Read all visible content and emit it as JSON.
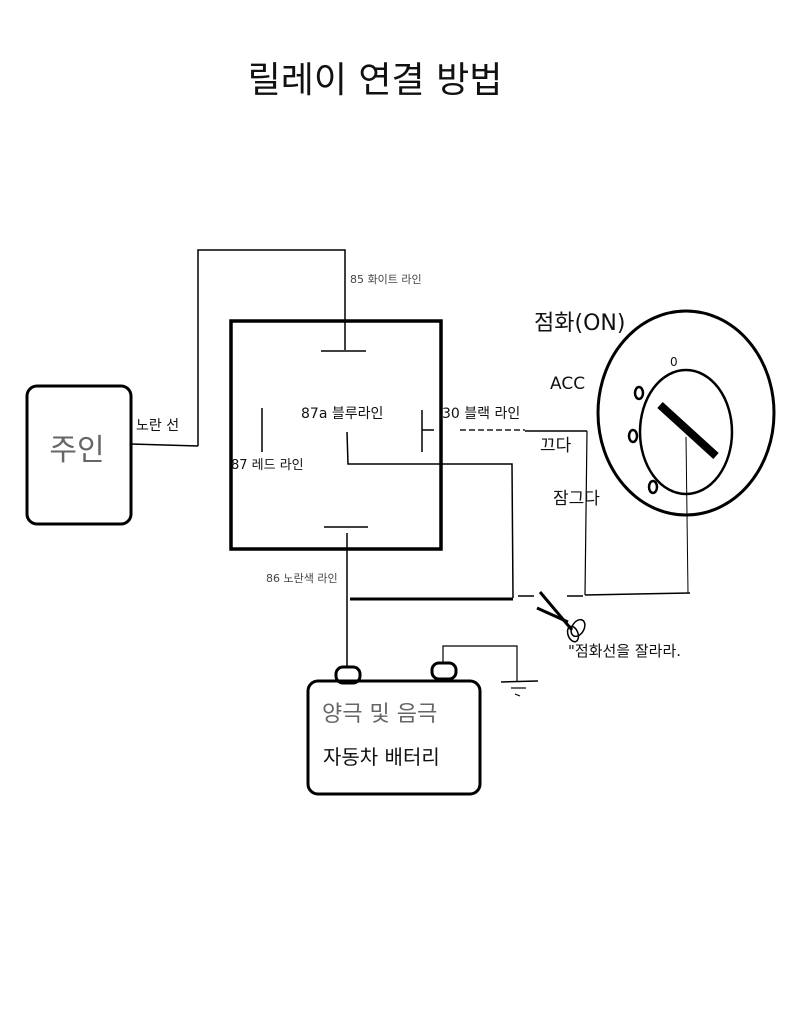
{
  "title": "릴레이 연결 방법",
  "labels": {
    "pin85": "85 화이트 라인",
    "pin87a": "87a 블루라인",
    "pin30": "30 블랙 라인",
    "pin87": "87 레드 라인",
    "pin86": "86 노란색 라인",
    "yellow_wire": "노란 선",
    "owner": "주인",
    "ignition_on": "점화(ON)",
    "acc": "ACC",
    "zero": "0",
    "off": "끄다",
    "lock": "잠그다",
    "cut_note": "\"점화선을 잘라라.",
    "battery_line1": "양극 및 음극",
    "battery_line2": "자동차 배터리"
  },
  "icons": {
    "scissors": "scissors-icon",
    "ground": "ground-icon",
    "ignition": "ignition-switch-icon"
  },
  "colors": {
    "line": "#000000",
    "gray_text": "#666666"
  }
}
